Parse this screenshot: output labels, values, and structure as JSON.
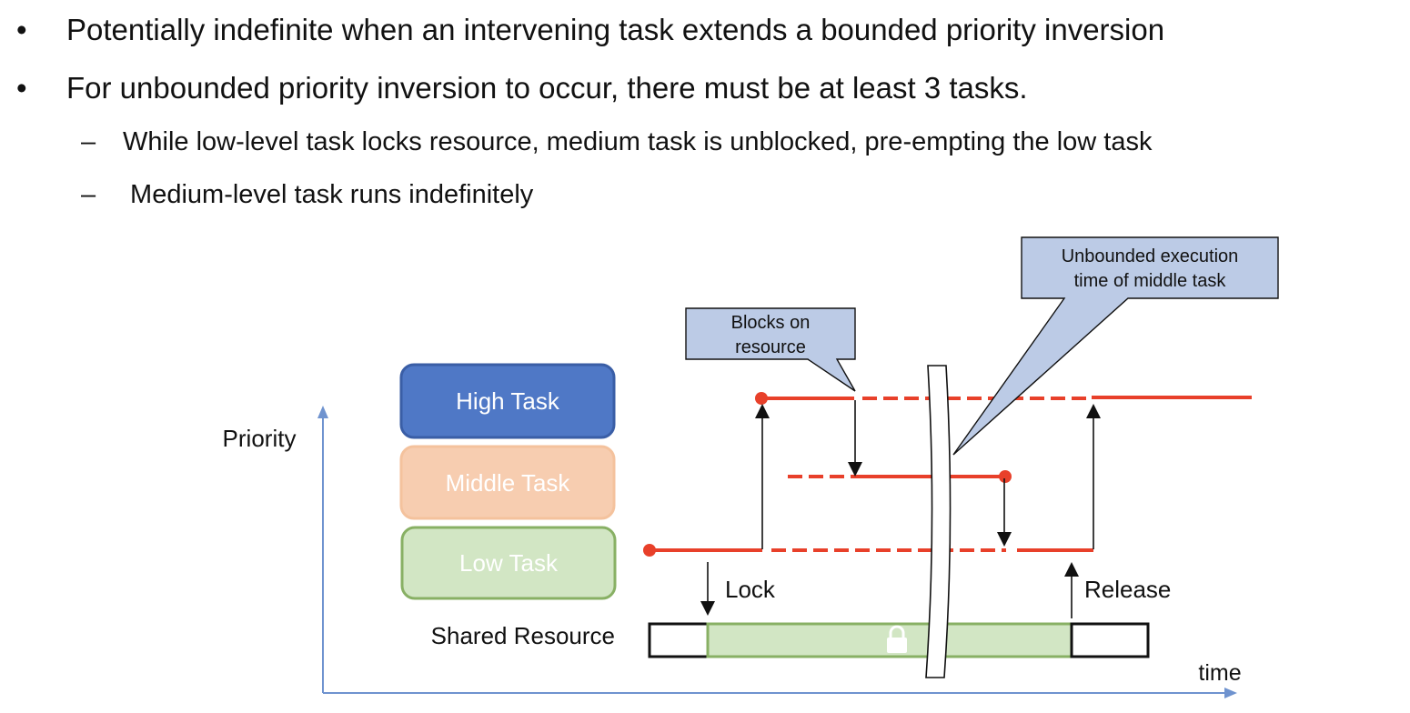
{
  "bullets": [
    {
      "marker": "•",
      "text": "Potentially indefinite when an intervening task extends a bounded priority inversion"
    },
    {
      "marker": "•",
      "text": "For unbounded priority inversion to occur, there must be at least 3 tasks."
    }
  ],
  "subbullets": [
    {
      "marker": "–",
      "text": "While low-level task locks resource, medium task is unblocked, pre-empting the low task"
    },
    {
      "marker": "–",
      "text": " Medium-level task runs indefinitely"
    }
  ],
  "diagram": {
    "y_axis_label": "Priority",
    "x_axis_label": "time",
    "tasks": {
      "high": "High Task",
      "middle": "Middle Task",
      "low": "Low Task"
    },
    "shared_resource_label": "Shared Resource",
    "lock_label": "Lock",
    "release_label": "Release",
    "callout_blocks": [
      "Blocks on",
      "resource"
    ],
    "callout_unbounded": [
      "Unbounded execution",
      "time of middle task"
    ],
    "colors": {
      "high_task": "#4f78c6",
      "middle_task": "#f7cdb0",
      "low_task": "#d2e6c4",
      "timeline": "#e8402a",
      "callout": "#bccbe6",
      "axis": "#6f93cf",
      "resource_locked": "#d2e6c4"
    },
    "icons": [
      "lock-icon"
    ]
  }
}
